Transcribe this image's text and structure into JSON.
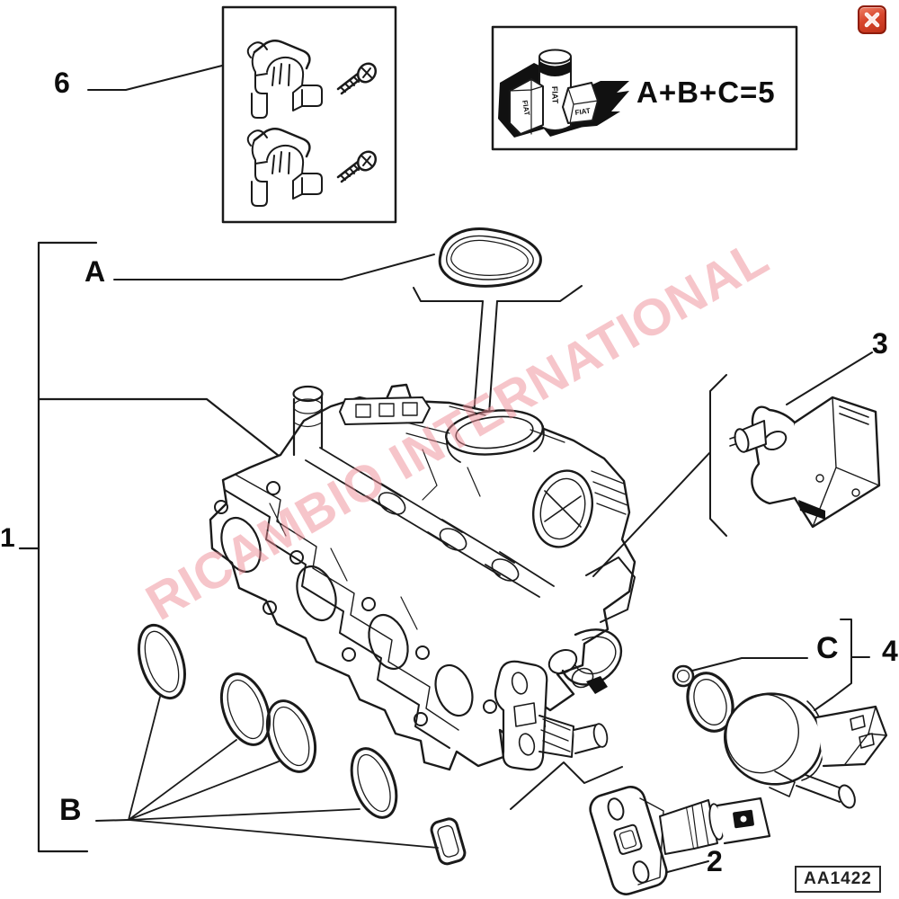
{
  "watermark": {
    "text": "RICAMBIO INTERNATIONAL"
  },
  "callouts": {
    "n1": "1",
    "n2": "2",
    "n3": "3",
    "n4": "4",
    "n6": "6",
    "a": "A",
    "b": "B",
    "c": "C"
  },
  "kit": {
    "formula": "A+B+C=5",
    "brand": "FIAT"
  },
  "drawing_code": "AA1422",
  "colors": {
    "watermark_pink": "#ee8d97",
    "close_button_red": "#bf3018",
    "line_art": "#1a1a1a"
  }
}
